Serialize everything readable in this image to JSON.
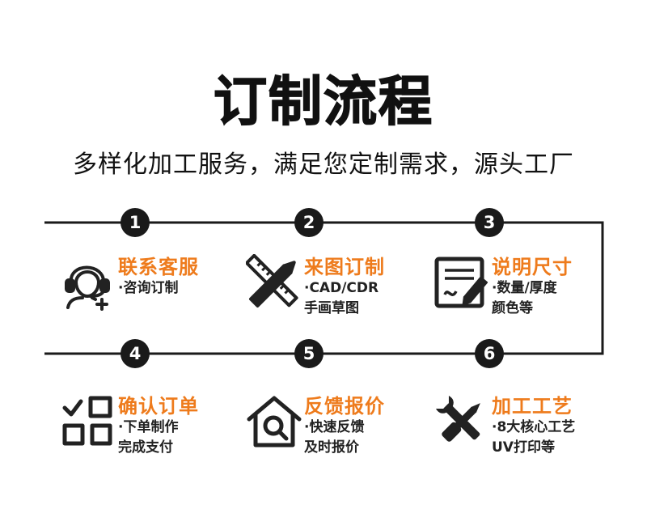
{
  "title": "订制流程",
  "subtitle": "多样化加工服务，满足您定制需求，源头工厂",
  "colors": {
    "accent": "#ee7b1c",
    "text": "#222222",
    "line": "#1a1a1a"
  },
  "steps": [
    {
      "number": "1",
      "title": "联系客服",
      "lines": [
        "·咨询订制"
      ],
      "icon": "customer-service-headset-icon"
    },
    {
      "number": "2",
      "title": "来图订制",
      "lines": [
        "·CAD/CDR",
        "手画草图"
      ],
      "icon": "ruler-pencil-icon"
    },
    {
      "number": "3",
      "title": "说明尺寸",
      "lines": [
        "·数量/厚度",
        "颜色等"
      ],
      "icon": "document-edit-icon"
    },
    {
      "number": "4",
      "title": "确认订单",
      "lines": [
        "·下单制作",
        "完成支付"
      ],
      "icon": "checklist-icon"
    },
    {
      "number": "5",
      "title": "反馈报价",
      "lines": [
        "·快速反馈",
        "及时报价"
      ],
      "icon": "house-search-icon"
    },
    {
      "number": "6",
      "title": "加工工艺",
      "lines": [
        "·8大核心工艺",
        "UV打印等"
      ],
      "icon": "tools-wrench-screwdriver-icon"
    }
  ]
}
